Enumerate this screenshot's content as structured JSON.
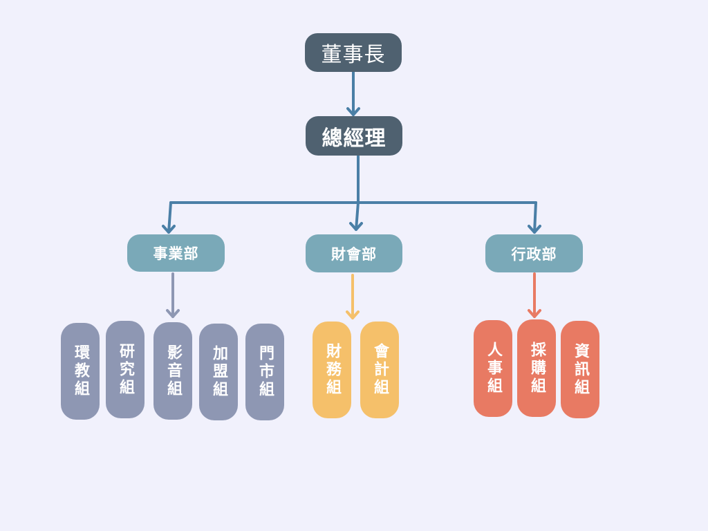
{
  "root": {
    "chairman": "董事長",
    "ceo": "總經理"
  },
  "departments": [
    {
      "key": "biz",
      "label": "事業部",
      "color": "#8e97b3",
      "units": [
        "環教組",
        "研究組",
        "影音組",
        "加盟組",
        "門市組"
      ]
    },
    {
      "key": "fin",
      "label": "財會部",
      "color": "#f5c06a",
      "units": [
        "財務組",
        "會計組"
      ]
    },
    {
      "key": "adm",
      "label": "行政部",
      "color": "#e87a63",
      "units": [
        "人事組",
        "採購組",
        "資訊組"
      ]
    }
  ],
  "colors": {
    "background": "#f1f1fc",
    "top_box": "#4f6170",
    "department_box": "#7aa9b8",
    "main_connector": "#4a7fa6"
  }
}
